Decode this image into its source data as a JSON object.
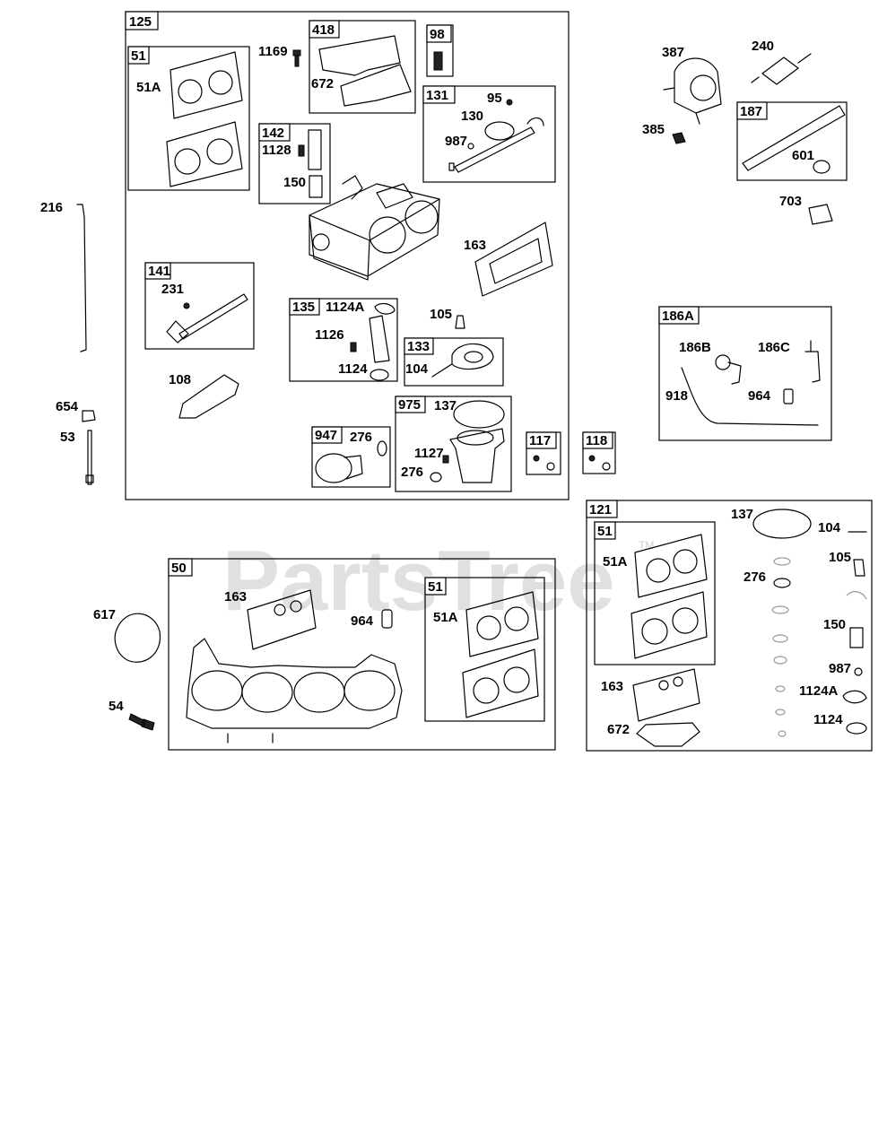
{
  "watermark": {
    "brand": "PartsTree",
    "tm": "TM"
  },
  "groups": {
    "g125": "125",
    "g51a": "51",
    "g418": "418",
    "g98": "98",
    "g142": "142",
    "g131": "131",
    "g141": "141",
    "g135": "135",
    "g133": "133",
    "g975": "975",
    "g947": "947",
    "g117": "117",
    "g118": "118",
    "g187": "187",
    "g186a": "186A",
    "g50": "50",
    "g51b": "51",
    "g121": "121",
    "g51c": "51"
  },
  "labels": {
    "l51a_1": "51A",
    "l1169": "1169",
    "l672_1": "672",
    "l1128": "1128",
    "l150_1": "150",
    "l95": "95",
    "l130": "130",
    "l987_1": "987",
    "l216": "216",
    "l163_1": "163",
    "l231": "231",
    "l1124a_1": "1124A",
    "l1126": "1126",
    "l1124_1": "1124",
    "l105_1": "105",
    "l104_1": "104",
    "l108": "108",
    "l137_1": "137",
    "l1127": "1127",
    "l276_1": "276",
    "l276_2": "276",
    "l654": "654",
    "l53": "53",
    "l387": "387",
    "l240": "240",
    "l385": "385",
    "l601": "601",
    "l703": "703",
    "l186b": "186B",
    "l186c": "186C",
    "l918": "918",
    "l964_1": "964",
    "l617": "617",
    "l163_2": "163",
    "l964_2": "964",
    "l51a_2": "51A",
    "l54": "54",
    "l137_2": "137",
    "l104_2": "104",
    "l51a_3": "51A",
    "l105_2": "105",
    "l276_3": "276",
    "l150_2": "150",
    "l987_2": "987",
    "l163_3": "163",
    "l1124a_2": "1124A",
    "l672_2": "672",
    "l1124_2": "1124"
  }
}
